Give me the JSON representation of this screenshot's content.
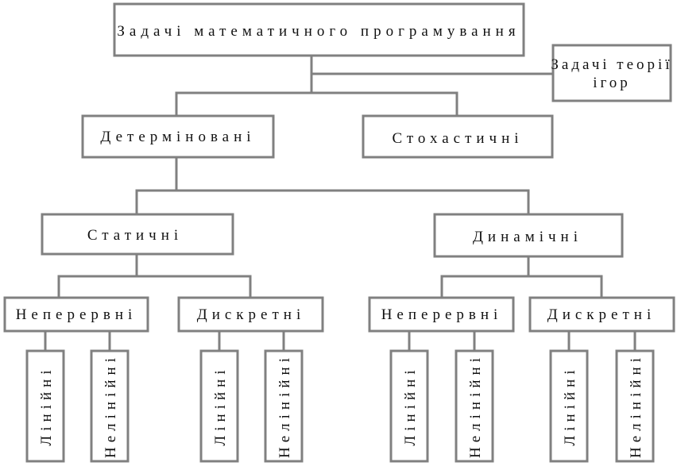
{
  "diagram": {
    "root": "Задачі математичного програмування",
    "game_theory_line1": "Задачі теорії",
    "game_theory_line2": "ігор",
    "deterministic": "Детерміновані",
    "stochastic": "Стохастичні",
    "static": "Статичні",
    "dynamic": "Динамічні",
    "continuous": "Неперервні",
    "discrete": "Дискретні",
    "linear": "Лінійні",
    "nonlinear": "Нелінійні"
  }
}
